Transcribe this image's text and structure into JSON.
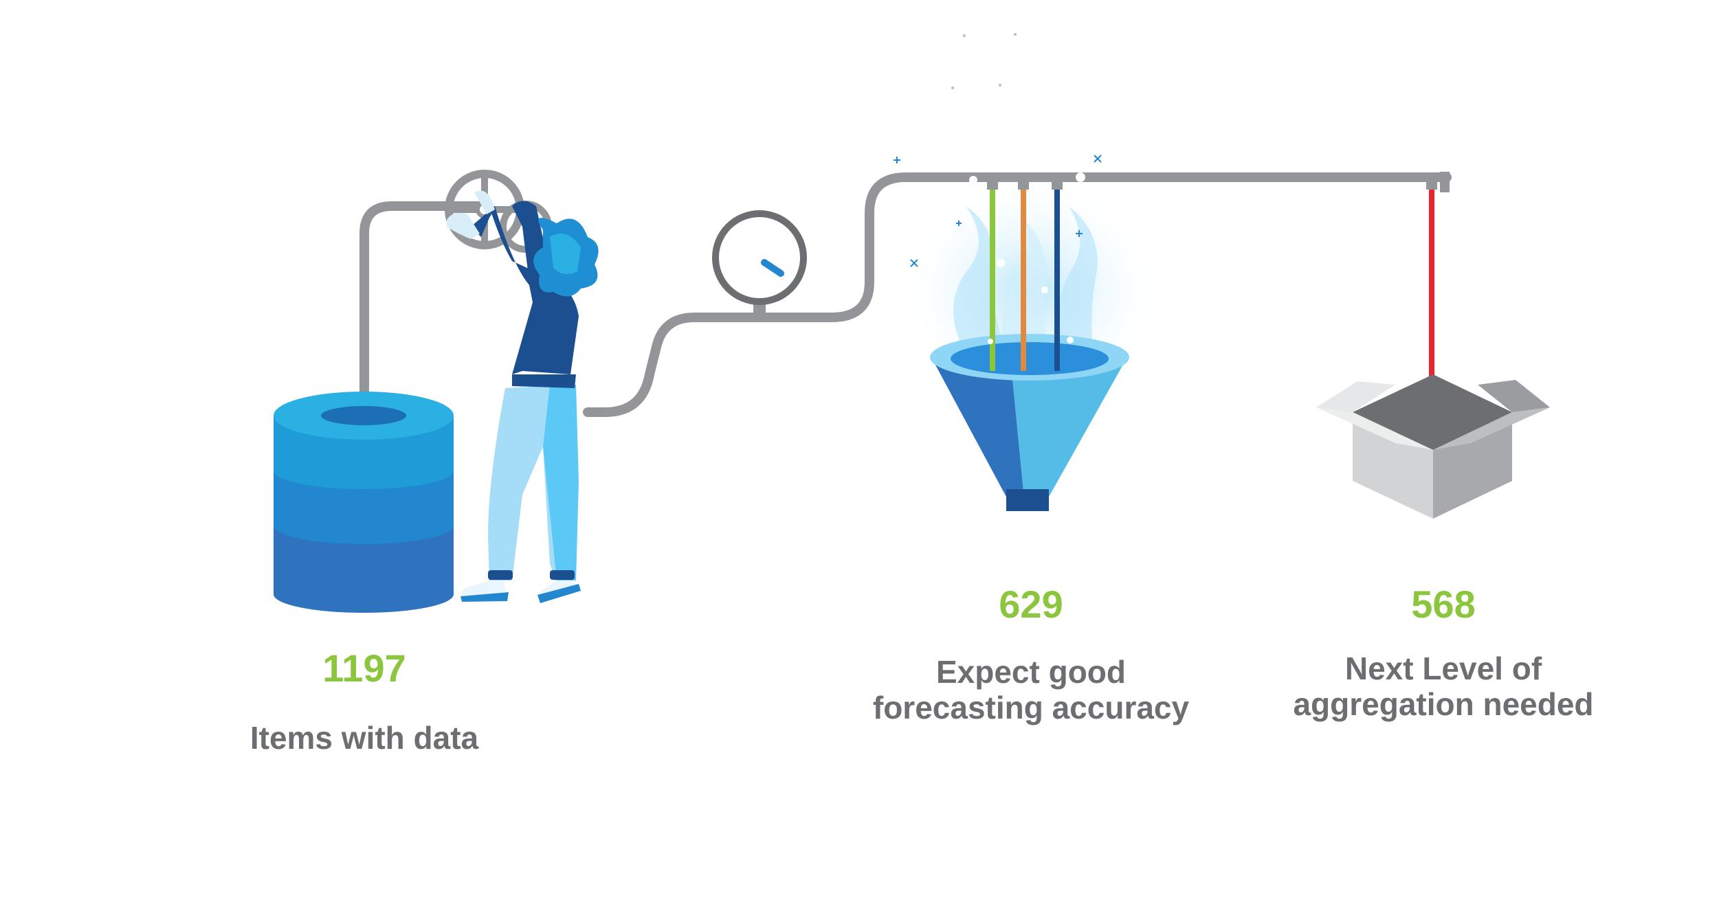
{
  "stages": [
    {
      "value": "1197",
      "label": "Items with data"
    },
    {
      "value": "629",
      "label_line1": "Expect good",
      "label_line2": "forecasting accuracy"
    },
    {
      "value": "568",
      "label_line1": "Next Level of",
      "label_line2": "aggregation needed"
    }
  ],
  "colors": {
    "value_green": "#8cc63f",
    "label_gray": "#6d6e71",
    "pipe_gray": "#939598",
    "blue_dark": "#1c4f8f",
    "blue_mid": "#2f7fcf",
    "blue_light": "#5bc0eb",
    "red_line": "#e8252d",
    "green_line": "#8cc63f",
    "orange_line": "#e18a3f"
  },
  "icons": [
    "database-icon",
    "woman-turning-valve-icon",
    "pressure-gauge-icon",
    "funnel-icon",
    "open-box-icon"
  ]
}
